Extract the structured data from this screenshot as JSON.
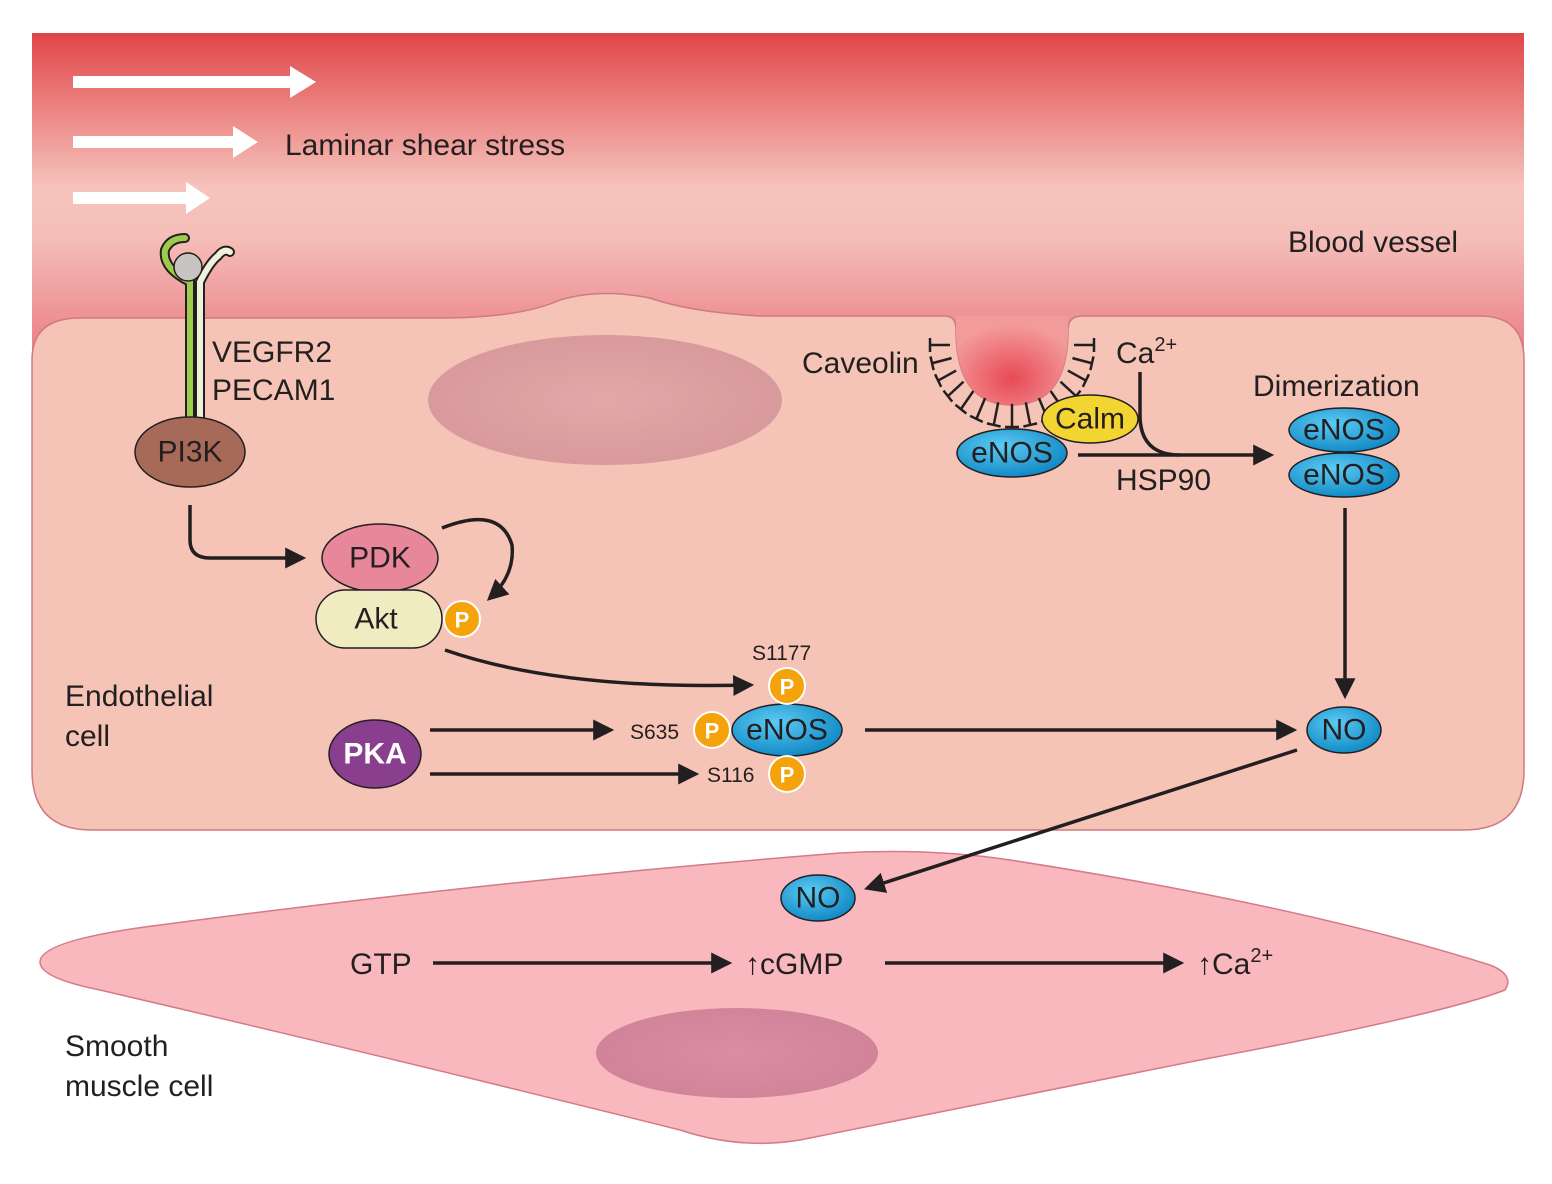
{
  "labels": {
    "shear_stress": "Laminar shear stress",
    "blood_vessel": "Blood vessel",
    "receptor_1": "VEGFR2",
    "receptor_2": "PECAM1",
    "caveolin": "Caveolin",
    "ca_base": "Ca",
    "ca_sup": "2+",
    "dimerization": "Dimerization",
    "hsp90": "HSP90",
    "endothelial_1": "Endothelial",
    "endothelial_2": "cell",
    "smooth_1": "Smooth",
    "smooth_2": "muscle cell",
    "s1177": "S1177",
    "s635": "S635",
    "s116": "S116"
  },
  "molecules": {
    "pi3k": "PI3K",
    "pdk": "PDK",
    "akt": "Akt",
    "pka": "PKA",
    "enos": "eNOS",
    "calm": "Calm",
    "no": "NO",
    "p": "P",
    "gtp": "GTP",
    "cgmp": "↑cGMP",
    "ca_up": "↑Ca",
    "ca_up_sup": "2+"
  },
  "colors": {
    "vessel": "#e04548",
    "endothelial": "#f6c4b6",
    "smooth_muscle": "#f8b8be",
    "enos": "#1a9fd8",
    "phosphate": "#f4a30a",
    "calm": "#f2d531",
    "pi3k": "#a86a58",
    "pdk": "#e8869a",
    "akt": "#f0ebc0",
    "pka": "#8a3f8e"
  }
}
